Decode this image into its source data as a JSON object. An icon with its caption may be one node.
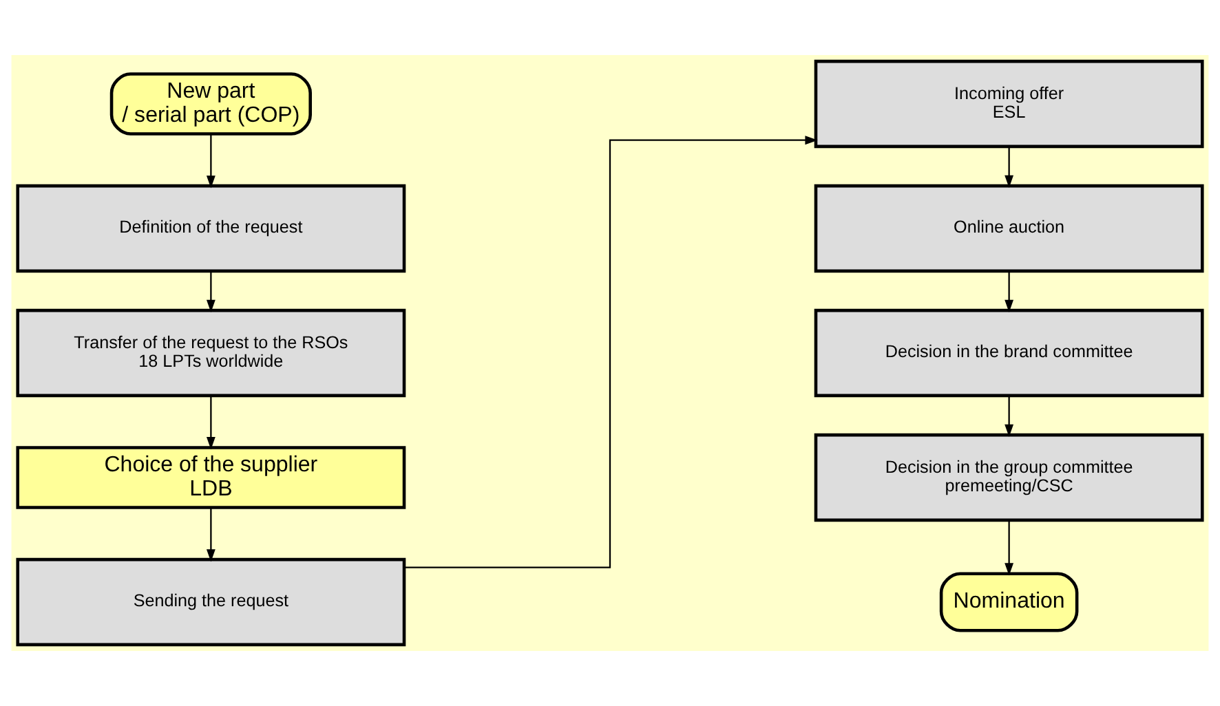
{
  "diagram": {
    "nodes": [
      {
        "text": [
          "New part / serial part (COP)"
        ]
      },
      {
        "text": [
          "Definition of the request"
        ]
      },
      {
        "text": [
          "Transfer of the request to the RSOs 18 LPTs worldwide"
        ]
      },
      {
        "text": [
          "Choice of the supplier LDB"
        ]
      },
      {
        "text": [
          "Sending the request"
        ]
      },
      {
        "text": [
          "Incoming offer ESL"
        ]
      },
      {
        "text": [
          "Online auction"
        ]
      },
      {
        "text": [
          "Decision in the brand committee"
        ]
      },
      {
        "text": [
          "Decision in the group committee premeeting/CSC"
        ]
      },
      {
        "text": [
          "Nomination"
        ]
      }
    ],
    "edges": [
      {
        "from": 0,
        "to": 1,
        "arrow": "to"
      },
      {
        "from": 1,
        "to": 2,
        "arrow": "to"
      },
      {
        "from": 2,
        "to": 3,
        "arrow": "to"
      },
      {
        "from": 3,
        "to": 4,
        "arrow": "to"
      },
      {
        "from": 4,
        "to": 5,
        "arrow": "to"
      },
      {
        "from": 5,
        "to": 6,
        "arrow": "to"
      },
      {
        "from": 6,
        "to": 7,
        "arrow": "to"
      },
      {
        "from": 7,
        "to": 8,
        "arrow": "to"
      },
      {
        "from": 8,
        "to": 9,
        "arrow": "to"
      }
    ]
  }
}
